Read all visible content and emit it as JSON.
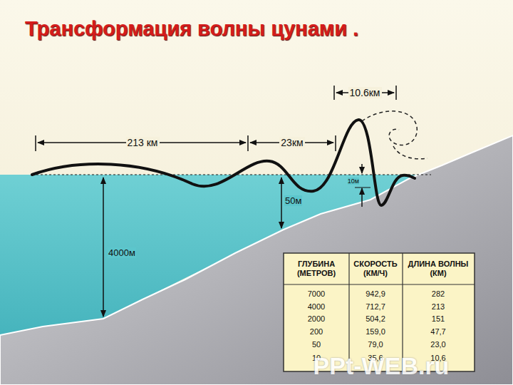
{
  "diagram": {
    "title": "Трансформация волны цунами .",
    "labels": [
      "213 км",
      "23км",
      "10.6км",
      "4000м",
      "50м",
      "10м",
      "ГЛУБИНА (МЕТРОВ)",
      "СКОРОСТЬ (КМ/Ч)",
      "ДЛИНА ВОЛНЫ (КМ)",
      "7000",
      "942,9",
      "282",
      "4000",
      "712,7",
      "213",
      "2000",
      "504,2",
      "151",
      "200",
      "159,0",
      "47,7",
      "50",
      "79,0",
      "23,0",
      "10",
      "35,6",
      "10,6",
      "PPt-WEB.ru"
    ]
  }
}
